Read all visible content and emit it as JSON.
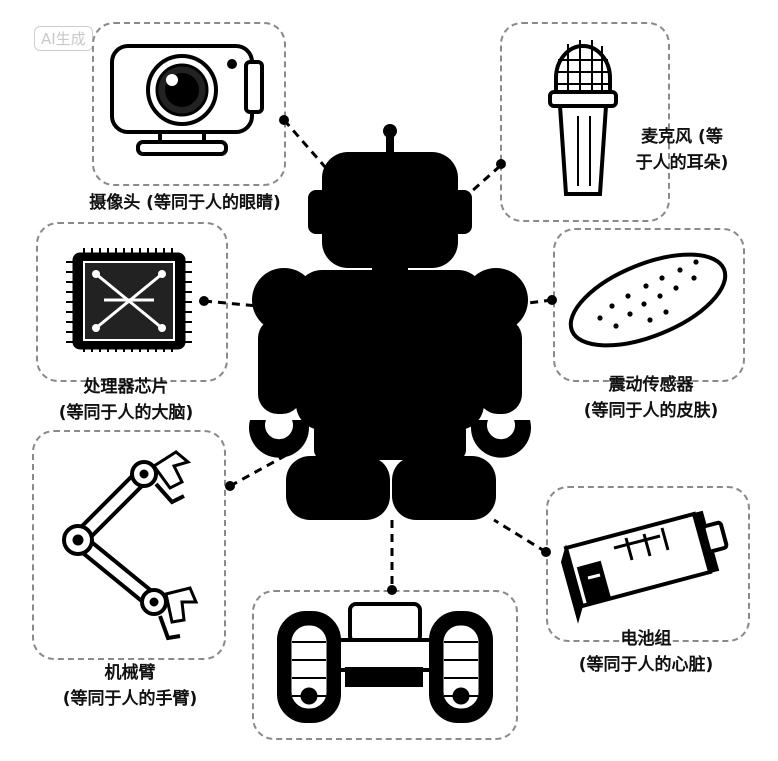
{
  "watermark": "AI生成",
  "components": {
    "camera": {
      "line1": "摄像头 (等同于人的眼睛)",
      "line2": ""
    },
    "microphone": {
      "line1": "麦克风 (等",
      "line2": "于人的耳朵)"
    },
    "processor": {
      "line1": "处理器芯片",
      "line2": "(等同于人的大脑)"
    },
    "vibration": {
      "line1": "震动传感器",
      "line2": "(等同于人的皮肤)"
    },
    "arm": {
      "line1": "机械臂",
      "line2": "(等同于人的手臂)"
    },
    "battery": {
      "line1": "电池组",
      "line2": "(等同于人的心脏)"
    }
  },
  "colors": {
    "ink": "#000000",
    "dash": "#8a8a8a"
  }
}
